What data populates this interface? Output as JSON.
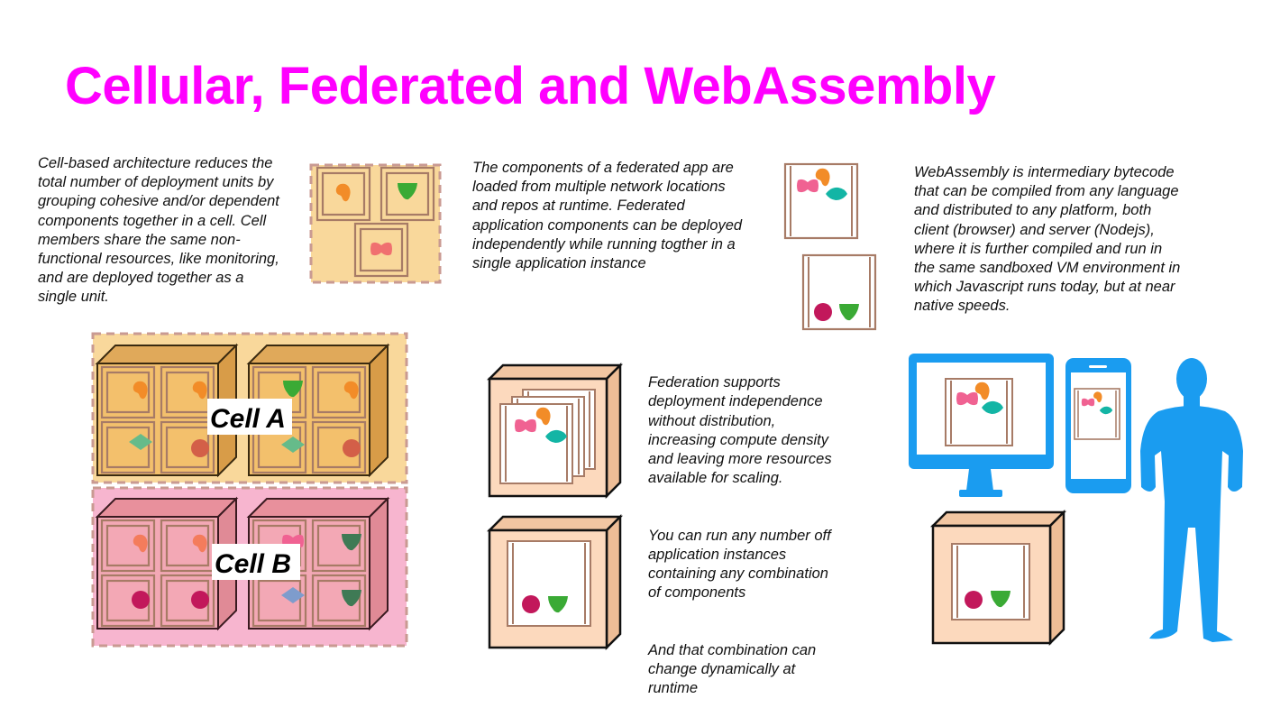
{
  "title": "Cellular, Federated and WebAssembly",
  "sections": {
    "cellular": {
      "description": "Cell-based architecture reduces the\ntotal number of deployment units by\ngrouping cohesive and/or dependent\ncomponents together in a cell. Cell\nmembers share the same non-\nfunctional resources, like monitoring,\nand are deployed together as a\nsingle unit.",
      "cell_a_label": "Cell A",
      "cell_b_label": "Cell B"
    },
    "federated": {
      "description": "The components of a federated app are\nloaded from multiple network locations\nand repos at runtime. Federated\napplication components can be deployed\nindependently while running togther in a\nsingle application instance",
      "notes": [
        "Federation supports\ndeployment independence\nwithout distribution,\nincreasing compute density\nand leaving more resources\navailable for scaling.",
        "You can run any number off\napplication instances\ncontaining any combination\nof components",
        "And that combination can\nchange dynamically at\nruntime"
      ]
    },
    "webassembly": {
      "description": "WebAssembly is intermediary bytecode\nthat can be compiled from any language\nand distributed to any platform, both\nclient (browser) and server (Nodejs),\nwhere it is further compiled and run in\nthe same sandboxed VM environment in\nwhich Javascript runs today, but at near\nnative speeds."
    }
  },
  "colors": {
    "title": "#ff00ff",
    "cell_a_fill": "#f9d89b",
    "cell_b_fill": "#f7b5cf",
    "dashed_border": "#c99a92",
    "frame": "#a77b66",
    "server_fill": "#fcd9bd",
    "device_blue": "#1a9cf0",
    "orange": "#f28c28",
    "green": "#3aaa35",
    "pink": "#f06292",
    "teal": "#13b5a5",
    "crimson": "#c2185b",
    "sage": "#66bb8a",
    "rust": "#d35f48",
    "slate_blue": "#7e9ccc",
    "dark_green": "#3f7a55"
  },
  "icons": [
    "orange-blob-icon",
    "green-shield-icon",
    "pink-bowtie-icon",
    "teal-diamond-icon",
    "crimson-circle-icon",
    "desktop-monitor-icon",
    "smartphone-icon",
    "person-silhouette-icon"
  ]
}
